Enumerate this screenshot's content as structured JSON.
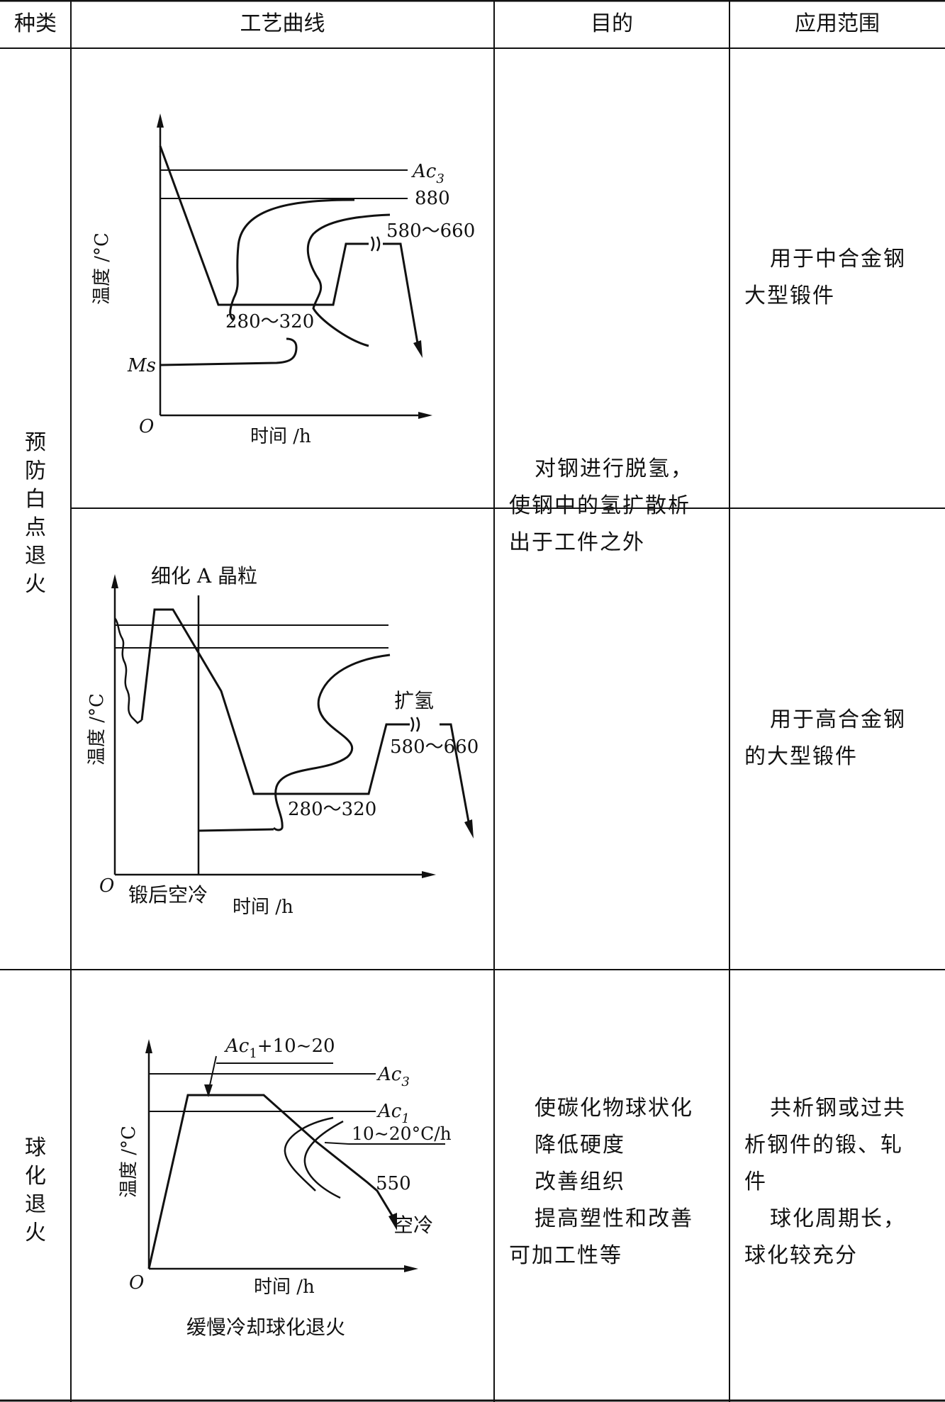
{
  "header": {
    "col1": "种类",
    "col2": "工艺曲线",
    "col3": "目的",
    "col4": "应用范围"
  },
  "rows": {
    "prevent": {
      "kind": [
        "预",
        "防",
        "白",
        "点",
        "退",
        "火"
      ],
      "purpose": [
        "对钢进行脱氢，",
        "使钢中的氢扩散析",
        "出于工件之外"
      ],
      "app_a": [
        "用于中合金钢",
        "大型锻件"
      ],
      "app_b": [
        "用于高合金钢",
        "的大型锻件"
      ]
    },
    "spheroid": {
      "kind": [
        "球",
        "化",
        "退",
        "火"
      ],
      "purpose": [
        "使碳化物球状化",
        "降低硬度",
        "改善组织",
        "提高塑性和改善",
        "可加工性等"
      ],
      "app": [
        "共析钢或过共",
        "析钢件的锻、轧",
        "件",
        "球化周期长，",
        "球化较充分"
      ]
    }
  },
  "diagram1": {
    "ylabel": "温度 /°C",
    "xlabel": "时间 /h",
    "origin": "O",
    "ac3": "Ac",
    "ac3_sub": "3",
    "t880": "880",
    "range_high": "580～660",
    "range_low": "280～320",
    "ms": "Ms"
  },
  "diagram2": {
    "top_label": "细化 A 晶粒",
    "ylabel": "温度 /°C",
    "xlabel": "时间 /h",
    "origin": "O",
    "forge_label": "锻后空冷",
    "hydrogen": "扩氢",
    "range_high": "580～660",
    "range_low": "280～320"
  },
  "diagram3": {
    "ylabel": "温度 /°C",
    "xlabel": "时间 /h",
    "origin": "O",
    "ac1_plus": "Ac",
    "ac1_plus_sub": "1",
    "ac1_plus_rest": "+10~20",
    "ac3": "Ac",
    "ac3_sub": "3",
    "ac1": "Ac",
    "ac1_sub": "1",
    "rate": "10~20°C/h",
    "t550": "550",
    "air_cool": "空冷",
    "caption": "缓慢冷却球化退火"
  }
}
